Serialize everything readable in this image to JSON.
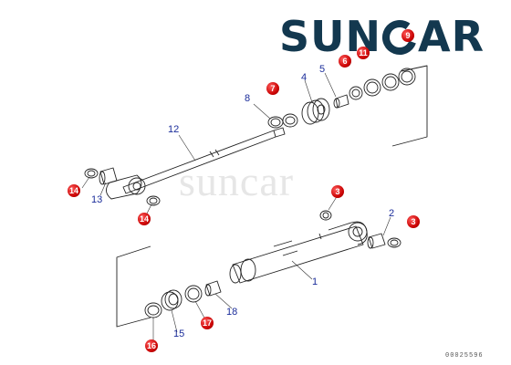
{
  "logo": {
    "text_before": "SUN",
    "text_after": "AR"
  },
  "watermark": "suncar",
  "doc_number": "00025596",
  "callouts": [
    {
      "id": "label-1",
      "text": "1",
      "style": "number"
    },
    {
      "id": "label-2",
      "text": "2",
      "style": "number"
    },
    {
      "id": "label-3a",
      "text": "3",
      "style": "badge"
    },
    {
      "id": "label-3b",
      "text": "3",
      "style": "badge"
    },
    {
      "id": "label-4",
      "text": "4",
      "style": "number"
    },
    {
      "id": "label-5",
      "text": "5",
      "style": "number"
    },
    {
      "id": "label-6",
      "text": "6",
      "style": "badge"
    },
    {
      "id": "label-7",
      "text": "7",
      "style": "badge"
    },
    {
      "id": "label-8",
      "text": "8",
      "style": "number"
    },
    {
      "id": "label-9",
      "text": "9",
      "style": "badge"
    },
    {
      "id": "label-11",
      "text": "11",
      "style": "badge"
    },
    {
      "id": "label-12",
      "text": "12",
      "style": "number"
    },
    {
      "id": "label-13",
      "text": "13",
      "style": "number"
    },
    {
      "id": "label-14a",
      "text": "14",
      "style": "badge"
    },
    {
      "id": "label-14b",
      "text": "14",
      "style": "badge"
    },
    {
      "id": "label-15",
      "text": "15",
      "style": "number"
    },
    {
      "id": "label-16",
      "text": "16",
      "style": "badge"
    },
    {
      "id": "label-17",
      "text": "17",
      "style": "badge"
    },
    {
      "id": "label-18",
      "text": "18",
      "style": "number"
    }
  ],
  "colors": {
    "logo": "#13384f",
    "number": "#1a2c9a",
    "badge": "#c80000",
    "line": "#222222"
  }
}
